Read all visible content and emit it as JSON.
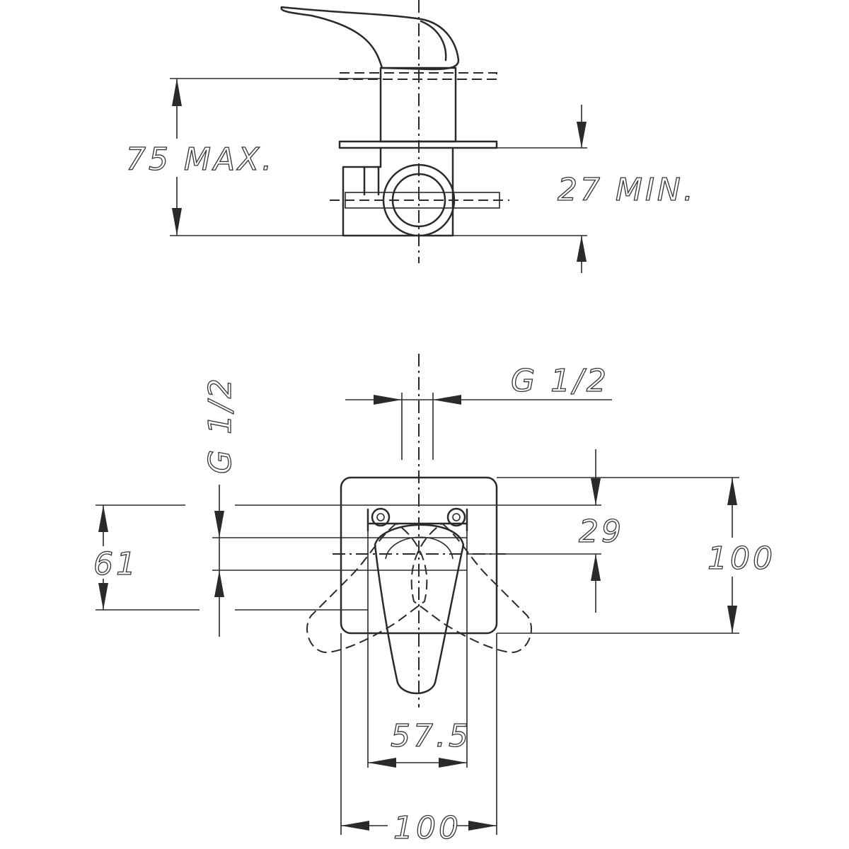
{
  "side_view": {
    "max_depth_label": "75 MAX.",
    "min_depth_label": "27 MIN."
  },
  "front_view": {
    "thread_vertical_label": "G 1/2",
    "thread_horizontal_label": "G 1/2",
    "height_61_label": "61",
    "height_29_label": "29",
    "height_100_label": "100",
    "width_57_label": "57.5",
    "width_100_label": "100"
  }
}
